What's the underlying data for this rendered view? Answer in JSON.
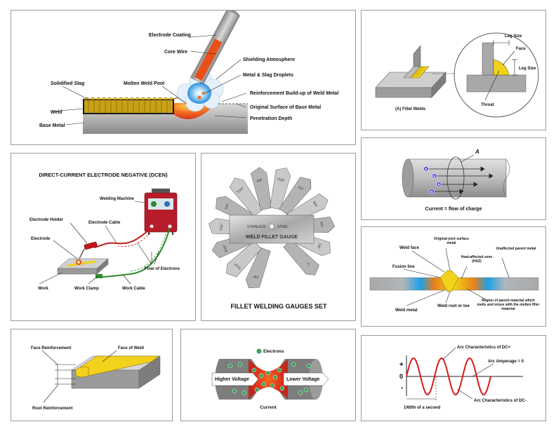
{
  "colors": {
    "panel_border": "#9a9a9a",
    "steel": "#a9a9a9",
    "weld_yellow": "#f2d21a",
    "arc_orange": "#e8501a",
    "heat_blue": "#1aa0e8",
    "sine_red": "#d7191c",
    "cable_red": "#c01818",
    "cable_green": "#2a8a2a"
  },
  "weld_process": {
    "electrode_coating": "Electrode Coating",
    "core_wire": "Core Wire",
    "shielding_atmosphere": "Shielding Atmosphere",
    "metal_slag_droplets": "Metal & Slag Droplets",
    "solidified_slag": "Solidified Slag",
    "molten_weld_pool": "Molten Weld Pool",
    "reinforcement": "Reinforcement Build-up of Weld Metal",
    "original_surface": "Original Surface of Base Metal",
    "weld": "Weld",
    "penetration_depth": "Penetration Depth",
    "base_metal": "Base Metal"
  },
  "fillet_welds": {
    "leg_size_top": "Leg Size",
    "face": "Face",
    "leg_size_right": "Leg Size",
    "throat": "Throat",
    "caption": "(A) Fillet Welds"
  },
  "dcen": {
    "title": "DIRECT-CURRENT ELECTRODE NEGATIVE (DCEN)",
    "welding_machine": "Welding Machine",
    "electrode_holder": "Electrode Holder",
    "electrode_cable": "Electrode Cable",
    "electrode": "Electrode",
    "flow_of_electrons": "Flow of Electrons",
    "work": "Work",
    "work_clamp": "Work Clamp",
    "work_cable": "Work Cable"
  },
  "gauge": {
    "title": "FILLET WELDING GAUGES SET",
    "plate_title": "WELD FILLET GAUGE",
    "brand_left": "STAINLESS",
    "brand_right": "STEEL",
    "tooth_labels": [
      "1/8\"",
      "5/32\"",
      "3/16\"",
      "7/32\"",
      "1/4\"",
      "5/16\"",
      "3/8\"",
      "7/16\"",
      "1/2\"",
      "5/8\"",
      "3/4\"",
      "7/8\"",
      "1\""
    ]
  },
  "current_flow": {
    "label_a": "A",
    "electron_symbol": "e",
    "caption": "Current = flow of charge"
  },
  "haz": {
    "weld_face": "Weld face",
    "original_joint": "Original joint surface metal",
    "unaffected": "Unaffected parent metal",
    "fusion_line": "Fusion line",
    "haz_label": "Heat-affected zone (HAZ)",
    "weld_metal": "Weld metal",
    "weld_root": "Weld root or toe",
    "region": "Region of parent material which melts and mixes with the molten filler material"
  },
  "reinforcement": {
    "face_reinforcement": "Face Reinforcement",
    "face_of_weld": "Face of Weld",
    "root_reinforcement": "Root Reinforcement"
  },
  "voltage": {
    "electrons": "Electrons",
    "higher_voltage": "Higher Voltage",
    "lower_voltage": "Lower Voltage",
    "current": "Current"
  },
  "arc": {
    "dc_plus": "Arc Characteristics of DC+",
    "amperage_zero": "Arc Amperage = 0",
    "dc_minus": "Arc Characteristics of DC-",
    "plus": "+",
    "zero": "0",
    "minus": "-",
    "period": "1/60th of a second"
  }
}
